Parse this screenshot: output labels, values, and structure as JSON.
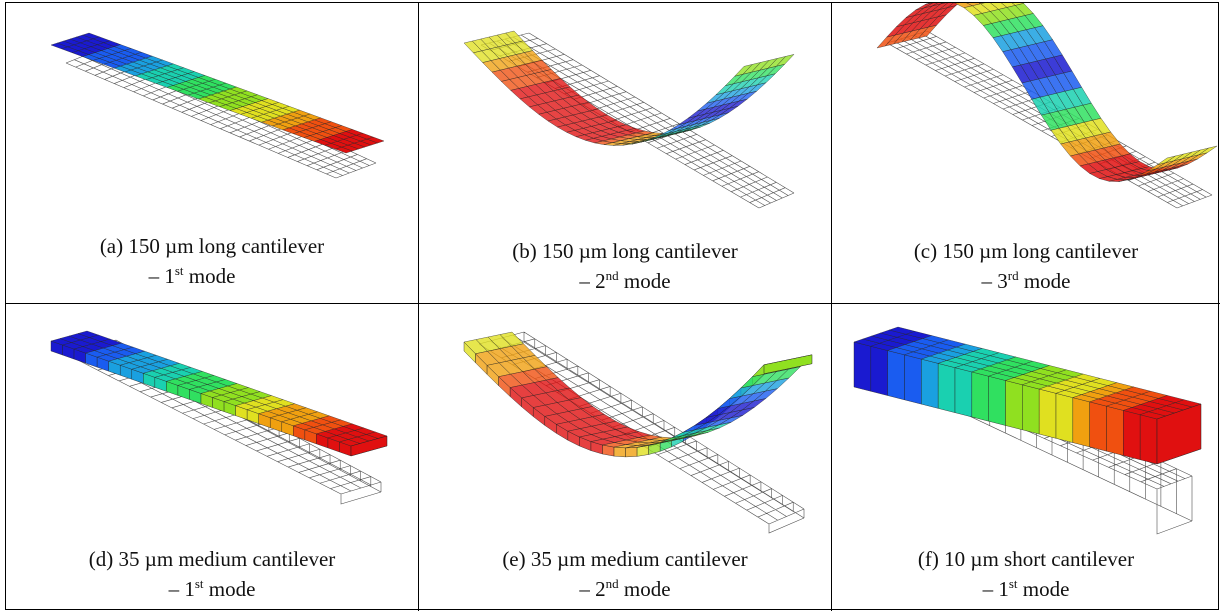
{
  "panels": [
    {
      "id": "a",
      "line1": "(a)   150 µm long cantilever",
      "dash": "– 1",
      "sup": "st",
      "tail": " mode"
    },
    {
      "id": "b",
      "line1": "(b) 150 µm long cantilever",
      "dash": "– 2",
      "sup": "nd",
      "tail": " mode"
    },
    {
      "id": "c",
      "line1": "(c) 150 µm long cantilever",
      "dash": "– 3",
      "sup": "rd",
      "tail": " mode"
    },
    {
      "id": "d",
      "line1": "(d) 35 µm medium cantilever",
      "dash": "– 1",
      "sup": "st",
      "tail": " mode"
    },
    {
      "id": "e",
      "line1": "(e) 35 µm medium cantilever",
      "dash": "– 2",
      "sup": "nd",
      "tail": " mode"
    },
    {
      "id": "f",
      "line1": "(f) 10 µm short cantilever",
      "dash": "– 1",
      "sup": "st",
      "tail": " mode"
    }
  ],
  "colors": {
    "contour": [
      "#1a1ad0",
      "#1a5cf0",
      "#1aa0e0",
      "#1ad0b0",
      "#30e060",
      "#90e020",
      "#e0e020",
      "#f0a010",
      "#f05010",
      "#e01010"
    ],
    "mesh": "#222222"
  }
}
